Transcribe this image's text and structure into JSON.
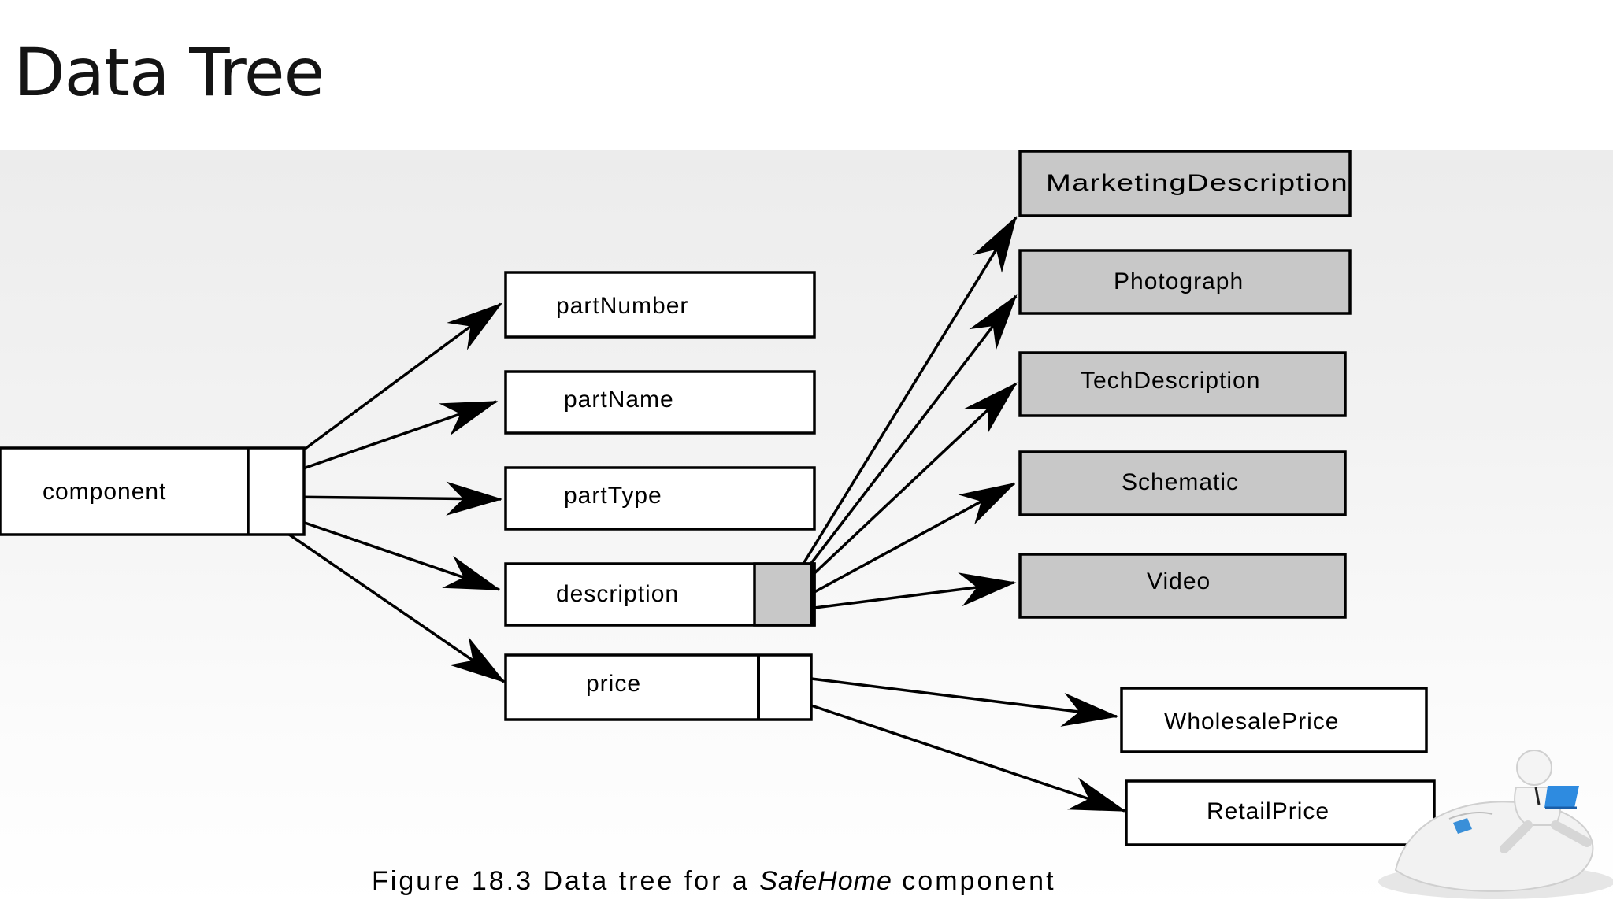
{
  "slide": {
    "title": "Data Tree"
  },
  "diagram": {
    "nodes": {
      "component": "component",
      "partNumber": "partNumber",
      "partName": "partName",
      "partType": "partType",
      "description": "description",
      "price": "price",
      "marketingDescription": "MarketingDescription",
      "photograph": "Photograph",
      "techDescription": "TechDescription",
      "schematic": "Schematic",
      "video": "Video",
      "wholesalePrice": "WholesalePrice",
      "retailPrice": "RetailPrice"
    },
    "edges": [
      [
        "component",
        "partNumber"
      ],
      [
        "component",
        "partName"
      ],
      [
        "component",
        "partType"
      ],
      [
        "component",
        "description"
      ],
      [
        "component",
        "price"
      ],
      [
        "description",
        "marketingDescription"
      ],
      [
        "description",
        "photograph"
      ],
      [
        "description",
        "techDescription"
      ],
      [
        "description",
        "schematic"
      ],
      [
        "description",
        "video"
      ],
      [
        "price",
        "wholesalePrice"
      ],
      [
        "price",
        "retailPrice"
      ]
    ],
    "colors": {
      "leaf_fill": "#c8c8c8",
      "box_fill": "#ffffff",
      "stroke": "#000000"
    }
  },
  "caption": {
    "prefix": "Figure 18.3   Data tree for a ",
    "italic": "SafeHome",
    "suffix": " component"
  }
}
